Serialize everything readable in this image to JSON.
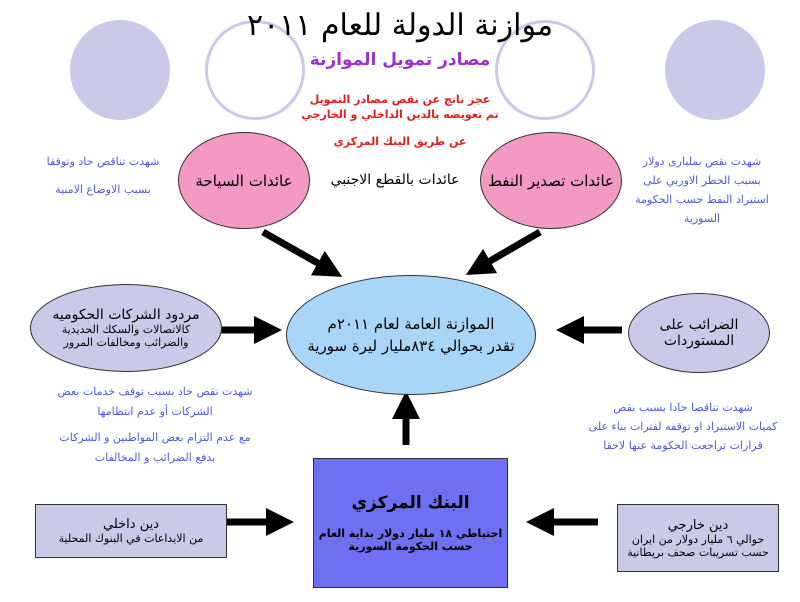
{
  "title": "موازنة الدولة للعام ٢٠١١",
  "subtitle": "مصادر تمويل الموازنة",
  "deficit_note": {
    "line1": "عجز ناتج عن نقص مصادر التمويل",
    "line2": "تم تعويضه بالدين الداخلي و الخارجي",
    "line3": "عن طريق البنك المركزي"
  },
  "nodes": {
    "tourism": "عائدات السياحة",
    "foreign_sector": "عائدات بالقطع الاجنبي",
    "oil_export": "عائدات تصدير النفط",
    "state_companies": {
      "title": "مردود الشركات الحكوميه",
      "line2": "كالاتصالات والسكك الحديدية",
      "line3": "والضرائب ومخالفات المرور"
    },
    "budget": {
      "line1": "الموازنة العامة لعام ٢٠١١م",
      "line2": "تقدر بحوالي ٨٣٤مليار ليرة سورية"
    },
    "import_taxes": {
      "line1": "الضرائب على",
      "line2": "المستوردات"
    },
    "central_bank": {
      "title": "البنك المركزي",
      "line2": "احتياطي ١٨ مليار دولار بداية العام",
      "line3": "حسب الحكومة السورية"
    },
    "internal_debt": {
      "title": "دين داخلي",
      "line2": "من الايداعات في البنوك المحلية"
    },
    "external_debt": {
      "title": "دين خارجي",
      "line2": "حوالي ٦ مليار دولار من ايران",
      "line3": "حسب تسريبات صحف بريطانية"
    }
  },
  "notes": {
    "tourism_note": {
      "line1": "شهدت تناقص حاد وتوقفا",
      "line2": "بسبب الاوضاع الامنية"
    },
    "oil_note": {
      "line1": "شهدت نقص بمليارى دولار",
      "line2": "بسبب الحظر الاوربي على",
      "line3": "استيراد النفط حسب الحكومة",
      "line4": "السورية"
    },
    "companies_note1": {
      "line1": "شهدت نقص حاد بسبب توقف خدمات بعض",
      "line2": "الشركات أو عدم انتظامها"
    },
    "companies_note2": {
      "line1": "مع عدم التزام بعض المواطنين و الشركات",
      "line2": "بدفع الضرائب و المخالفات"
    },
    "taxes_note": {
      "line1": "شهدت تناقصا حادا بسبب نقص",
      "line2": "كميات الاستيراد او توقفه لفترات بناء على",
      "line3": "قرارات تراجعت الحكومة عنها لاحقا"
    }
  },
  "colors": {
    "pink": "#f498c4",
    "lilac": "#cbc9e8",
    "sky": "#a9d6f7",
    "bank_blue": "#6f6ff2",
    "debt_box": "#cbc9e8",
    "decor_circle": "#cbc9e8",
    "red_text": "#e0201c",
    "purple_text": "#9933cc",
    "note_blue": "#4f5bd5"
  }
}
